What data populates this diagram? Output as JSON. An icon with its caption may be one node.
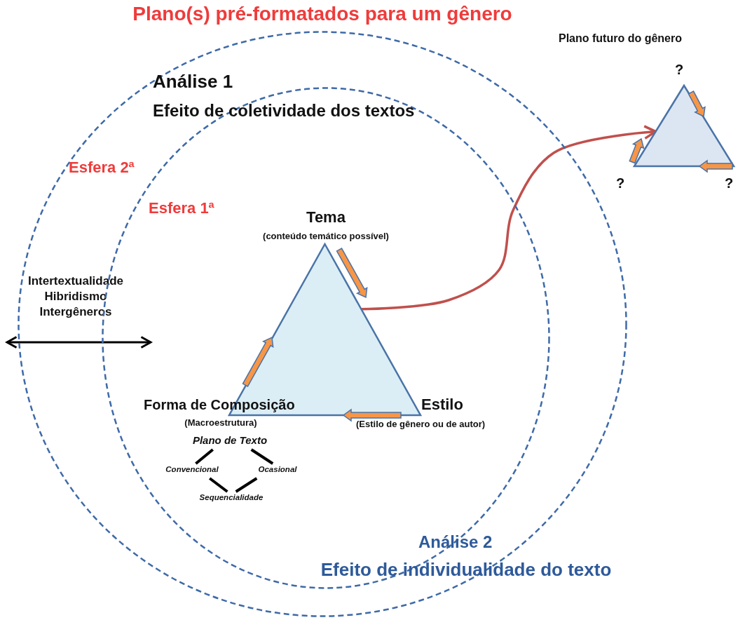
{
  "diagram": {
    "nodes": [
      {
        "text": [
          "Plano(s) pré-formatados para um gênero",
          "Esfera 2ª"
        ]
      },
      {
        "text": [
          "Esfera 1ª"
        ],
        "in": 0
      },
      {
        "text": [
          "Tema",
          "(conteúdo temático possível)",
          "Forma de Composição",
          "(Macroestrutura)",
          "Estilo",
          "(Estilo de gênero ou de autor)"
        ],
        "in": 1
      },
      {
        "text": [
          "Plano de Texto"
        ],
        "in": 1
      },
      {
        "text": [
          "Convencional"
        ],
        "in": 1
      },
      {
        "text": [
          "Ocasional"
        ],
        "in": 1
      },
      {
        "text": [
          "Sequencialidade"
        ],
        "in": 1
      },
      {
        "text": [
          "Plano futuro do gênero",
          "?",
          "?",
          "?"
        ]
      }
    ],
    "edges": [
      {
        "from": 2,
        "to": 7,
        "arrow": "to",
        "color": "#c0504d"
      },
      {
        "from": 3,
        "to": 4,
        "arrow": "none"
      },
      {
        "from": 3,
        "to": 5,
        "arrow": "none"
      },
      {
        "from": 4,
        "to": 6,
        "arrow": "none"
      },
      {
        "from": 5,
        "to": 6,
        "arrow": "none"
      },
      {
        "from": null,
        "to": 2,
        "arrow": "both",
        "label": "Intertextualidade Hibridismo Intergêneros"
      }
    ],
    "labels": [
      "Análise 1",
      "Efeito de coletividade dos textos",
      "Análise 2",
      "Efeito de individualidade do texto"
    ]
  }
}
